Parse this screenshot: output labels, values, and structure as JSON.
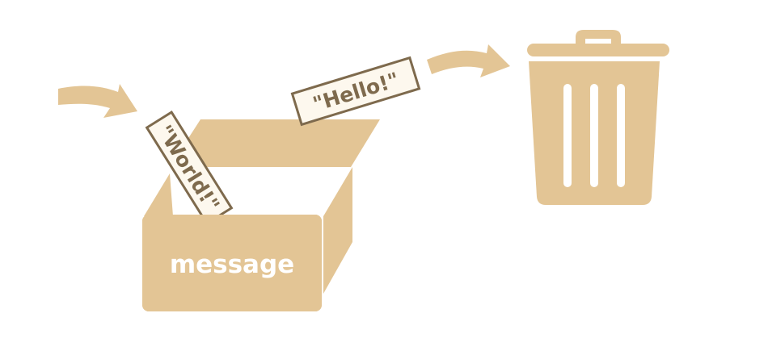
{
  "diagram": {
    "box_label": "message",
    "old_value": "\"Hello!\"",
    "new_value": "\"World!\"",
    "colors": {
      "shape_fill": "#e3c595",
      "note_fill": "#fdf8ee",
      "note_border": "#7e6a4d",
      "note_text": "#7e6a4d",
      "label_text": "#ffffff",
      "background": "#ffffff"
    },
    "icons": [
      "incoming-arrow-icon",
      "outgoing-arrow-icon",
      "box-icon",
      "trash-can-icon"
    ]
  }
}
